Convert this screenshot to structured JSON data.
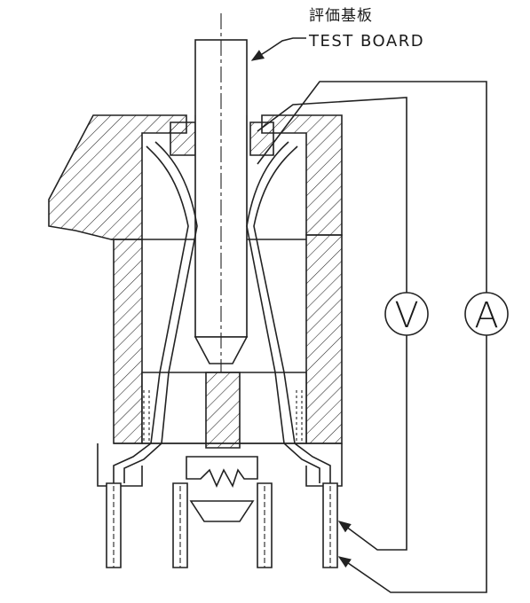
{
  "labels": {
    "japanese": "評価基板",
    "english": "TEST BOARD"
  },
  "meters": {
    "voltmeter": "V",
    "ammeter": "A"
  },
  "colors": {
    "line": "#222222",
    "background": "#ffffff"
  }
}
